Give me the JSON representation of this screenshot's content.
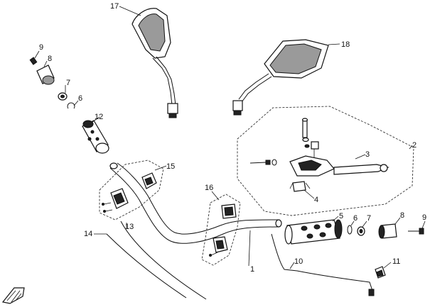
{
  "callouts": {
    "c1": "1",
    "c2": "2",
    "c3": "3",
    "c4": "4",
    "c5": "5",
    "c6_left": "6",
    "c6_right": "6",
    "c7_left": "7",
    "c7_right": "7",
    "c8_left": "8",
    "c8_right": "8",
    "c9_left": "9",
    "c9_right": "9",
    "c10": "10",
    "c11": "11",
    "c12": "12",
    "c13": "13",
    "c14": "14",
    "c15": "15",
    "c16": "16",
    "c17": "17",
    "c18": "18"
  },
  "icons": {
    "orientation_marker": "front-arrow-icon"
  }
}
